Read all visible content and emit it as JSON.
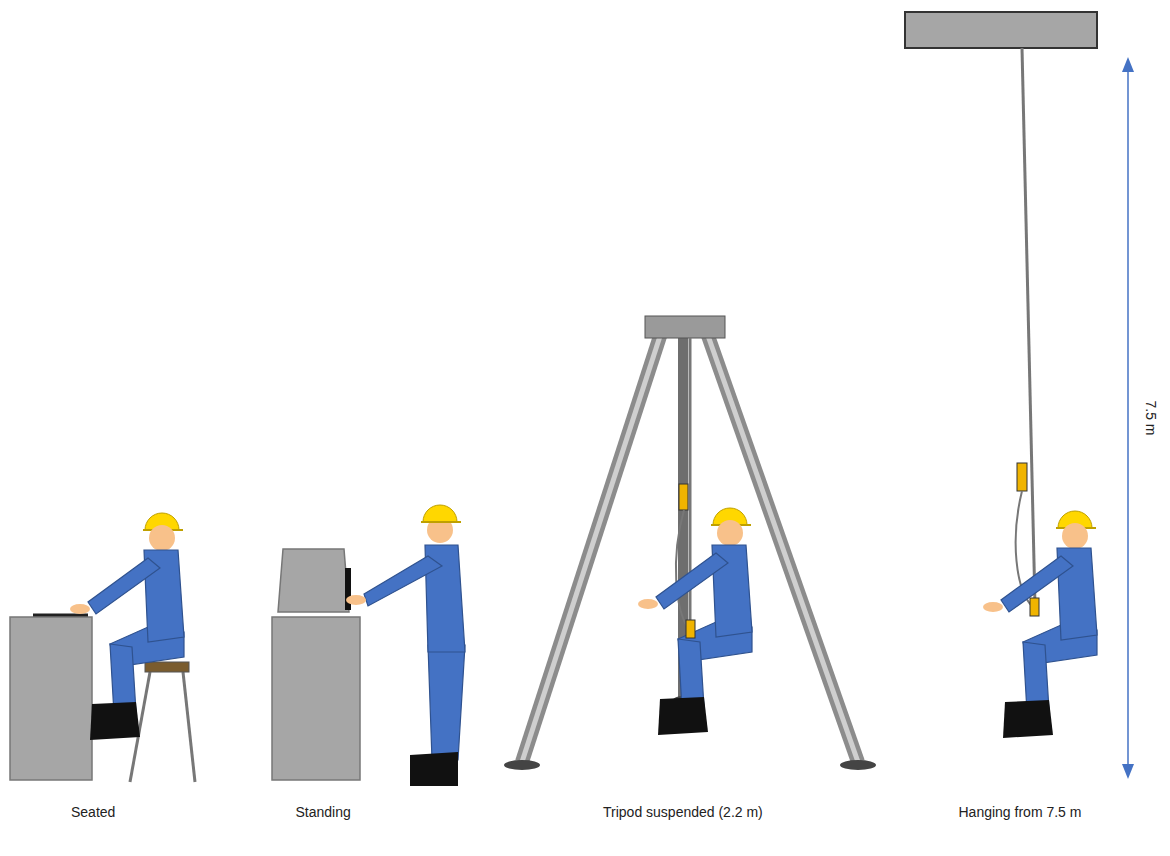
{
  "diagram": {
    "labels": [
      "Seated",
      "Standing",
      "Tripod suspended (2.2 m)",
      "Hanging from 7.5 m",
      "7.5 m"
    ]
  }
}
